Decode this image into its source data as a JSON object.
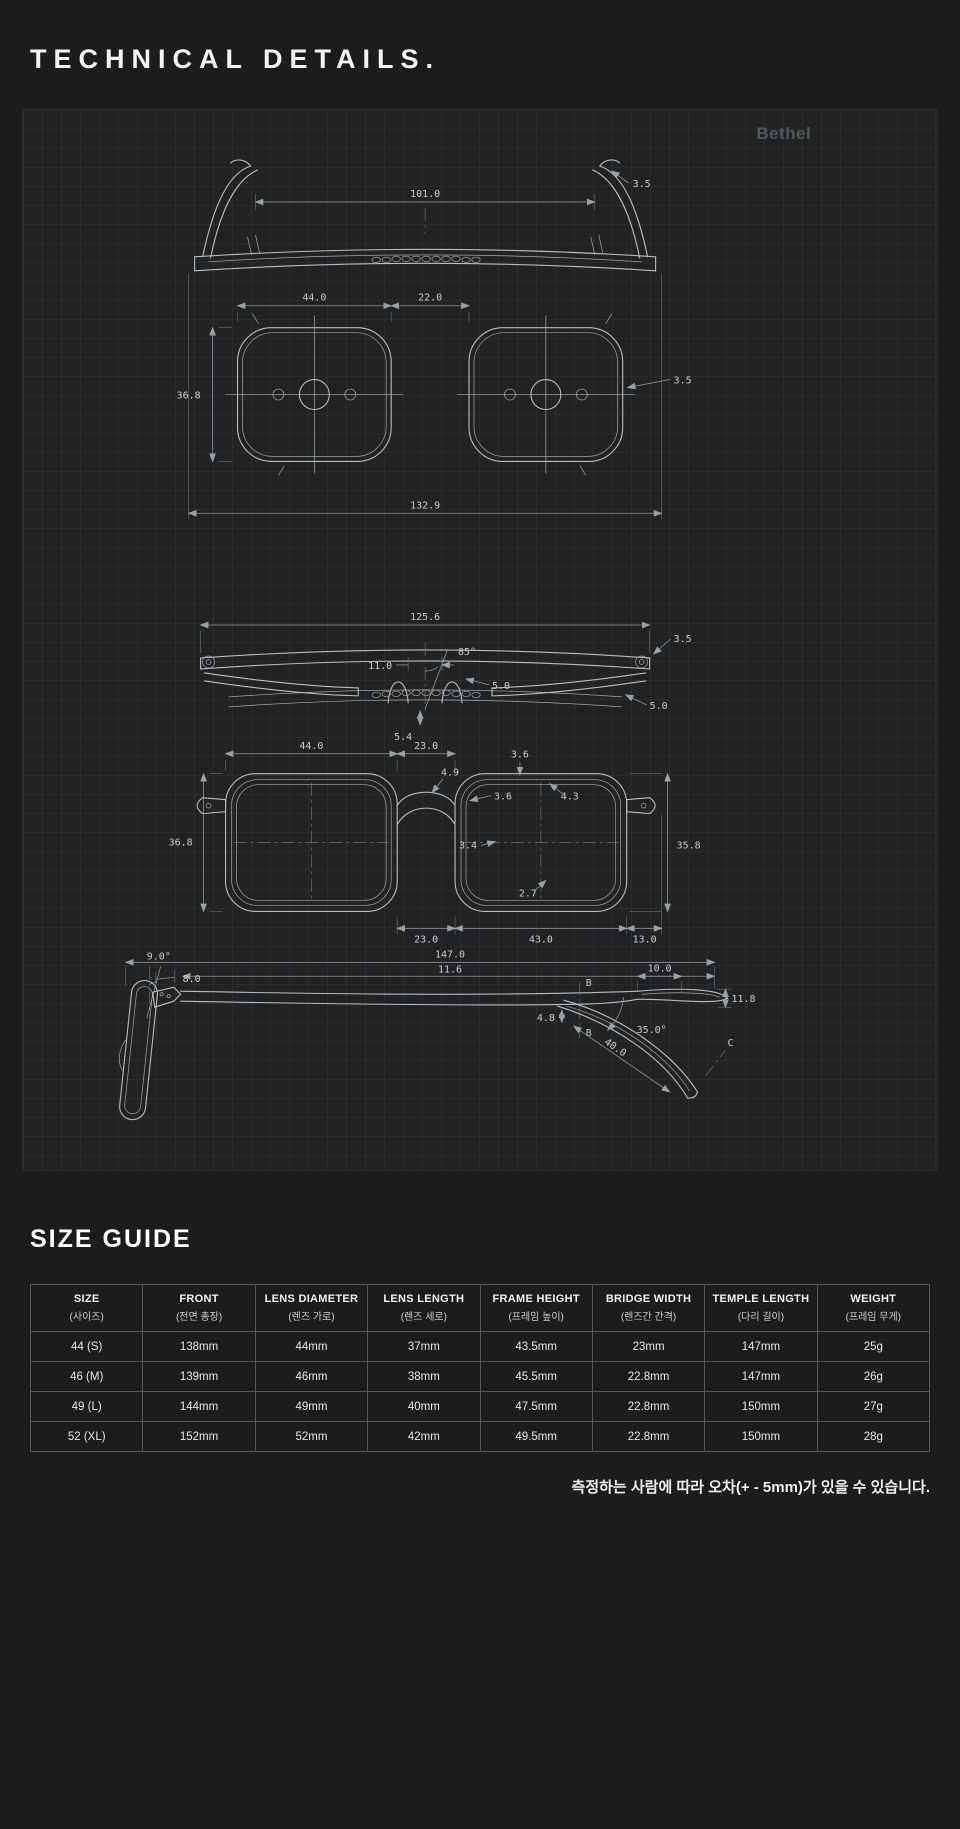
{
  "page": {
    "title": "TECHNICAL DETAILS.",
    "watermark": "Bethel",
    "size_guide_heading": "SIZE GUIDE",
    "footnote": "측정하는 사람에 따라 오차(+ - 5mm)가 있을 수 있습니다."
  },
  "colors": {
    "background": "#1c1c1d",
    "panel": "#212223",
    "grid": "#2a2c2d",
    "line": "#b9bdc0",
    "dimension": "#8f9599",
    "label": "#c9ccce"
  },
  "diagram": {
    "top_view": {
      "temple_tip_thickness": "3.5",
      "inner_width": "101.0"
    },
    "lens_top_view": {
      "lens_width": "44.0",
      "bridge_width": "22.0",
      "lens_height": "36.8",
      "edge_thickness": "3.5",
      "total_width": "132.9"
    },
    "folded_view": {
      "frame_width": "125.6",
      "edge_thickness": "3.5",
      "pad_angle": "85°",
      "pad_width": "11.0",
      "pad_depth": "5.0",
      "end_depth": "5.0",
      "rim_depth": "5.4"
    },
    "front_view": {
      "lens_width": "44.0",
      "bridge_top": "23.0",
      "rim_top": "3.6",
      "bridge_height": "4.9",
      "rim_inner": "3.6",
      "corner_thickness": "4.3",
      "lens_height": "36.8",
      "bridge_side": "3.4",
      "frame_height": "35.8",
      "rim_bottom": "2.7",
      "bridge_bottom": "23.0",
      "lens_bottom": "43.0",
      "endpiece_width": "13.0"
    },
    "side_view": {
      "pantoscopic_angle": "9.0°",
      "hinge_width": "8.0",
      "temple_length": "147.0",
      "front_depth": "11.6",
      "section_b": "B",
      "tip_width": "10.0",
      "tip_height": "11.8",
      "bend_drop": "4.8",
      "bend_angle": "35.0°",
      "section_c": "C",
      "tip_length": "40.0"
    }
  },
  "size_table": {
    "headers": [
      {
        "en": "SIZE",
        "ko": "(사이즈)"
      },
      {
        "en": "FRONT",
        "ko": "(전면 총장)"
      },
      {
        "en": "LENS DIAMETER",
        "ko": "(렌즈 가로)"
      },
      {
        "en": "LENS LENGTH",
        "ko": "(렌즈 세로)"
      },
      {
        "en": "FRAME HEIGHT",
        "ko": "(프레임 높이)"
      },
      {
        "en": "BRIDGE WIDTH",
        "ko": "(렌즈간 간격)"
      },
      {
        "en": "TEMPLE LENGTH",
        "ko": "(다리 길이)"
      },
      {
        "en": "WEIGHT",
        "ko": "(프레임 무게)"
      }
    ],
    "rows": [
      [
        "44 (S)",
        "138mm",
        "44mm",
        "37mm",
        "43.5mm",
        "23mm",
        "147mm",
        "25g"
      ],
      [
        "46 (M)",
        "139mm",
        "46mm",
        "38mm",
        "45.5mm",
        "22.8mm",
        "147mm",
        "26g"
      ],
      [
        "49 (L)",
        "144mm",
        "49mm",
        "40mm",
        "47.5mm",
        "22.8mm",
        "150mm",
        "27g"
      ],
      [
        "52 (XL)",
        "152mm",
        "52mm",
        "42mm",
        "49.5mm",
        "22.8mm",
        "150mm",
        "28g"
      ]
    ]
  }
}
